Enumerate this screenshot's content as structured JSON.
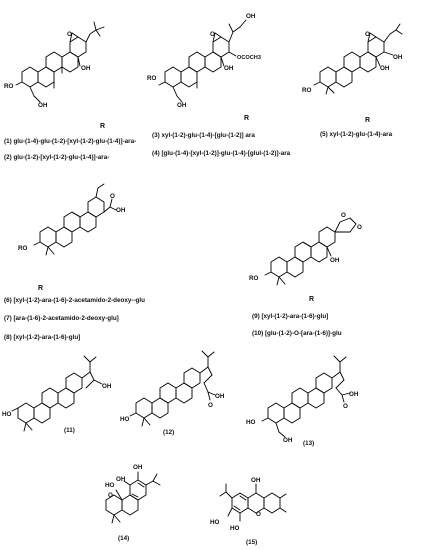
{
  "row1": {
    "r_header_a": "R",
    "r_header_b": "R",
    "r_header_c": "R",
    "s1": "(1) glu-(1-4)-glu-(1-2)-[xyl-(1-2)-glu-(1-4)]-ara-",
    "s2": "(2) glu-(1-2)-[xyl-(1-2)-glu-(1-4)]-ara-",
    "s3": "(3) xyl-(1-2)-glu-(1-4)-[glu-(1-2)] ara",
    "s4": "(4) [glu-(1-4)-[xyl-(1-2)]-glu-(1-4)-[glul-(1-2)]-ara",
    "s5": "(5) xyl-(1-2)-glu-(1-4)-ara",
    "struct_a": {
      "ro": "RO",
      "oh1": "OH",
      "oh2": "OH",
      "o": "O"
    },
    "struct_b": {
      "ro": "RO",
      "oh1": "OH",
      "oh2": "OH",
      "oh3": "OH",
      "o": "O",
      "ac": "OCOCH3"
    },
    "struct_c": {
      "ro": "RO",
      "oh1": "OH",
      "oh2": "OH",
      "o": "O"
    }
  },
  "row2": {
    "r_header_a": "R",
    "r_header_b": "R",
    "s6": "(6) [xyl-(1-2)-ara-(1-6)-2-acetamido-2-deoxy--glu",
    "s7": "(7) [ara-(1-6)-2-acetamido-2-deoxy-glu]",
    "s8": "(8) [xyl-(1-2)-ara-(1-6)-glu]",
    "s9": "(9) [xyl-(1-2)-ara-(1-6)-glu]",
    "s10": "(10) [glu-(1-2)-O-[ara-(1-6)]-glu",
    "struct_a": {
      "ro": "RO",
      "oh": "OH",
      "o": "O"
    },
    "struct_b": {
      "ro": "RO",
      "oh": "OH",
      "o1": "O",
      "o2": "O"
    }
  },
  "row3": {
    "c11": "(11)",
    "c12": "(12)",
    "c13": "(13)",
    "s11": {
      "ho": "HO",
      "oh": "OH"
    },
    "s12": {
      "ho": "HO",
      "oh": "OH",
      "o": "O"
    },
    "s13": {
      "ho": "HO",
      "oh": "OH",
      "oh2": "OH",
      "o": "O"
    }
  },
  "row4": {
    "c14": "(14)",
    "c15": "(15)",
    "s14": {
      "ho": "HO",
      "oh1": "OH",
      "oh2": "OH",
      "o": "O"
    },
    "s15": {
      "ho1": "HO",
      "ho2": "HO",
      "oh": "OH",
      "o": "O"
    }
  }
}
